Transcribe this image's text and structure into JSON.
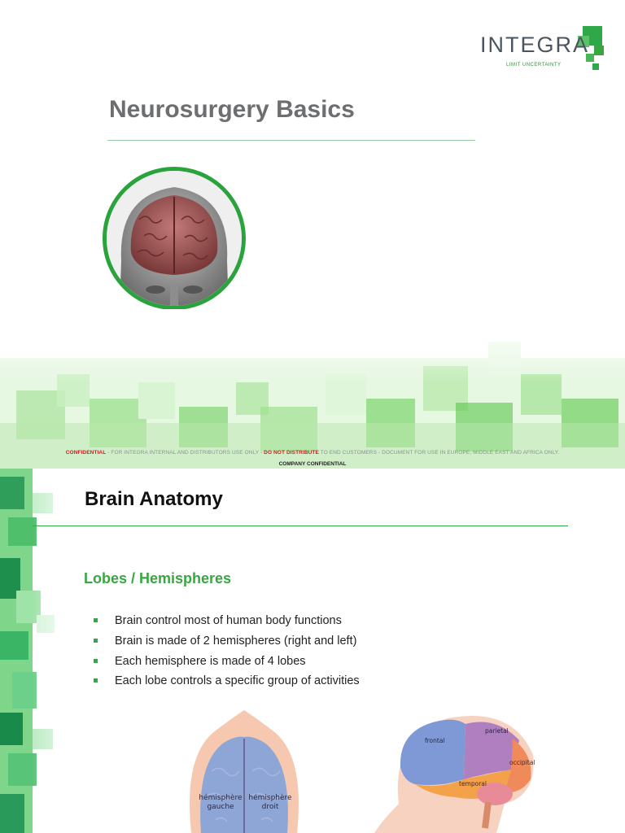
{
  "slide1": {
    "logo": {
      "brand": "INTEGRA",
      "tagline": "LIMIT UNCERTAINTY"
    },
    "title": "Neurosurgery Basics",
    "footer": {
      "confidential": "CONFIDENTIAL",
      "part1": " - FOR INTEGRA INTERNAL AND DISTRIBUTORS USE ONLY - ",
      "do_not_distribute": "DO NOT DISTRIBUTE",
      "part2": " TO END CUSTOMERS - DOCUMENT FOR USE IN EUROPE, MIDDLE EAST AND AFRICA ONLY.",
      "company": "COMPANY CONFIDENTIAL"
    }
  },
  "slide2": {
    "title": "Brain Anatomy",
    "subtitle": "Lobes / Hemispheres",
    "bullets": [
      "Brain control most of human body functions",
      "Brain is made of 2 hemispheres (right and left)",
      "Each hemisphere is made of 4 lobes",
      "Each lobe controls a specific group of activities"
    ],
    "hemisphere_labels": {
      "left_1": "hémisphère",
      "left_2": "gauche",
      "right_1": "hémisphère",
      "right_2": "droit"
    },
    "lobe_labels": {
      "frontal": "frontal",
      "parietal": "parietal",
      "temporal": "temporal",
      "occipital": "occipital"
    }
  },
  "colors": {
    "accent_green": "#3aa642",
    "rule_green": "#2fa84a",
    "title_grey": "#6d6e70",
    "red": "#d01c1c"
  }
}
